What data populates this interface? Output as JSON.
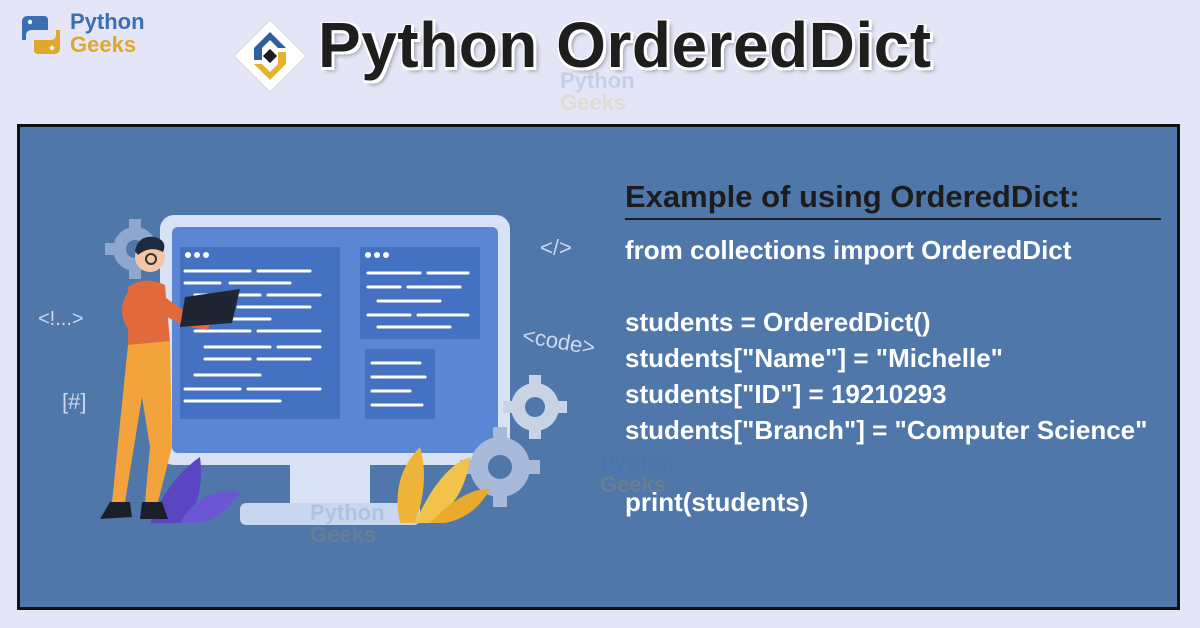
{
  "brand": {
    "line1": "Python",
    "line2": "Geeks",
    "icon": "python-geeks-logo-icon"
  },
  "header": {
    "title": "Python OrderedDict",
    "logo_icon": "python-logo-icon"
  },
  "panel": {
    "heading": "Example of using OrderedDict:",
    "code": [
      "from collections import OrderedDict",
      "",
      "students = OrderedDict()",
      "students[\"Name\"] = \"Michelle\"",
      "students[\"ID\"] = 19210293",
      "students[\"Branch\"] = \"Computer Science\"",
      "",
      "print(students)"
    ],
    "tags": {
      "html_close": "</>",
      "comment": "<!...>",
      "code": "<code>",
      "hash": "[#]"
    },
    "watermark": {
      "line1": "Python",
      "line2": "Geeks"
    }
  },
  "colors": {
    "background": "#e4e6f7",
    "panel": "#4f77a9",
    "brand_blue": "#3a6fb3",
    "brand_yellow": "#e0a82a",
    "title": "#1e1e1e"
  }
}
